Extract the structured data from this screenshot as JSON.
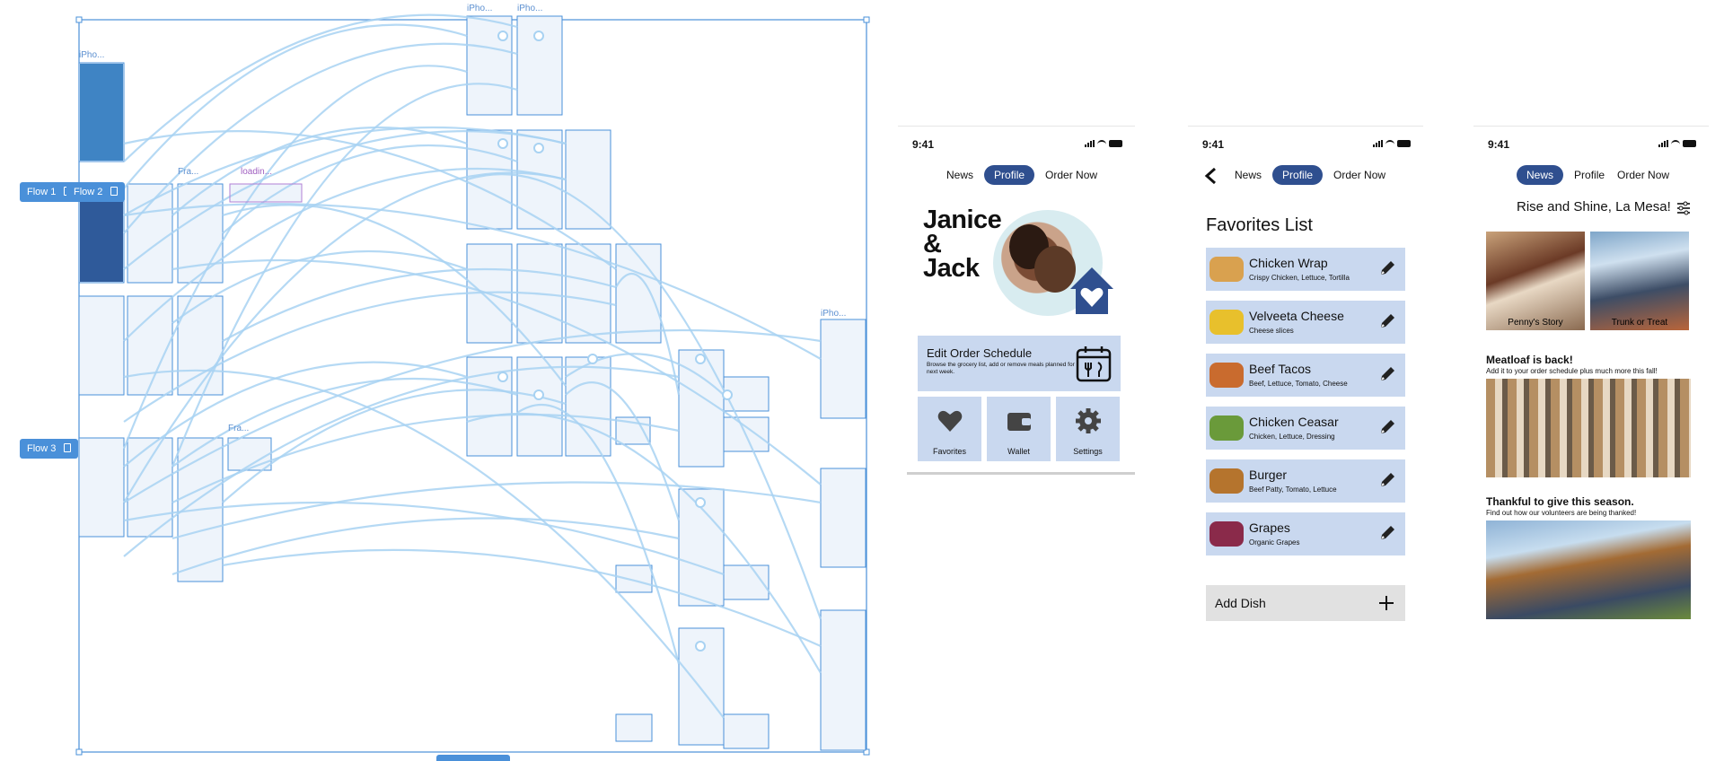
{
  "board": {
    "flows": [
      {
        "label": "Flow 1"
      },
      {
        "label": "Flow 2"
      },
      {
        "label": "Flow 3"
      }
    ],
    "frame_labels": [
      "iPho...",
      "iPho...",
      "iPho...",
      "iPho...",
      "Fra...",
      "loadin...",
      "Fra..."
    ]
  },
  "phone_profile": {
    "status_time": "9:41",
    "nav": {
      "news": "News",
      "profile": "Profile",
      "order_now": "Order Now"
    },
    "title": "Janice & Jack",
    "schedule": {
      "heading": "Edit Order Schedule",
      "subtext": "Browse the grocery list, add or remove meals planned for next week."
    },
    "tiles": [
      {
        "label": "Favorites",
        "icon": "heart-icon"
      },
      {
        "label": "Wallet",
        "icon": "wallet-icon"
      },
      {
        "label": "Settings",
        "icon": "gear-icon"
      }
    ]
  },
  "phone_favorites": {
    "status_time": "9:41",
    "nav": {
      "news": "News",
      "profile": "Profile",
      "order_now": "Order Now"
    },
    "title": "Favorites List",
    "items": [
      {
        "name": "Chicken Wrap",
        "desc": "Crispy Chicken, Lettuce, Tortilla",
        "thumb": "#d9a14f"
      },
      {
        "name": "Velveeta Cheese",
        "desc": "Cheese slices",
        "thumb": "#e8c02c"
      },
      {
        "name": "Beef Tacos",
        "desc": "Beef, Lettuce, Tomato, Cheese",
        "thumb": "#c96b2e"
      },
      {
        "name": "Chicken Ceasar",
        "desc": "Chicken, Lettuce, Dressing",
        "thumb": "#6a9a3a"
      },
      {
        "name": "Burger",
        "desc": "Beef Patty, Tomato, Lettuce",
        "thumb": "#b5742d"
      },
      {
        "name": "Grapes",
        "desc": "Organic Grapes",
        "thumb": "#8a2a4a"
      }
    ],
    "add_label": "Add Dish"
  },
  "phone_news": {
    "status_time": "9:41",
    "nav": {
      "news": "News",
      "profile": "Profile",
      "order_now": "Order Now"
    },
    "title": "Rise and Shine, La Mesa!",
    "stories": [
      {
        "caption": "Penny's Story"
      },
      {
        "caption": "Trunk or Treat"
      }
    ],
    "articles": [
      {
        "heading": "Meatloaf is back!",
        "sub": "Add it to your order schedule plus much more this fall!"
      },
      {
        "heading": "Thankful to give this season.",
        "sub": "Find out how our volunteers are being thanked!"
      }
    ]
  },
  "colors": {
    "accent": "#2f4f8f",
    "card": "#c9d8ef",
    "flow_blue": "#4a90d9",
    "wire": "#a8d2f2"
  }
}
